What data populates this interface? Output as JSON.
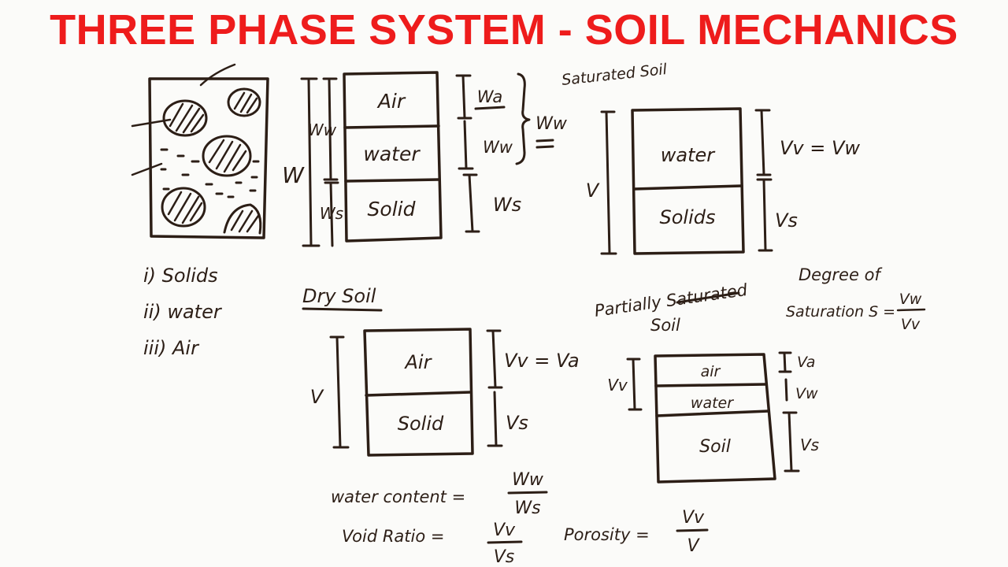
{
  "title": "THREE PHASE SYSTEM - SOIL MECHANICS",
  "colors": {
    "title": "#ee1c1c",
    "ink": "#2c1e16",
    "board": "#fbfbf9"
  },
  "phases_list": [
    "i) Solids",
    "ii) water",
    "iii) Air"
  ],
  "main_diagram": {
    "layers": [
      "Air",
      "water",
      "Solid"
    ],
    "left_total": "W",
    "left_top": "Ww",
    "left_bottom": "Ws",
    "right_air": "Wa",
    "right_water": "Ww",
    "right_brace": "Ww",
    "right_solid": "Ws"
  },
  "saturated": {
    "heading": "Saturated Soil",
    "layers": [
      "water",
      "Solids"
    ],
    "left_total": "V",
    "right_top": "Vv = Vw",
    "right_bottom": "Vs"
  },
  "dry": {
    "heading": "Dry Soil",
    "layers": [
      "Air",
      "Solid"
    ],
    "left_total": "V",
    "right_top": "Vv = Va",
    "right_bottom": "Vs"
  },
  "partial": {
    "heading_line1": "Partially Saturated",
    "heading_line2": "Soil",
    "layers": [
      "air",
      "water",
      "Soil"
    ],
    "left_top": "Vv",
    "right_air": "Va",
    "right_water": "Vw",
    "right_solid": "Vs"
  },
  "degree": {
    "line1": "Degree of",
    "line2": "Saturation S =",
    "numerator": "Vw",
    "denominator": "Vv"
  },
  "formulas": {
    "water_content": {
      "label": "water content =",
      "numerator": "Ww",
      "denominator": "Ws"
    },
    "void_ratio": {
      "label": "Void Ratio =",
      "numerator": "Vv",
      "denominator": "Vs"
    },
    "porosity": {
      "label": "Porosity =",
      "numerator": "Vv",
      "denominator": "V"
    }
  }
}
